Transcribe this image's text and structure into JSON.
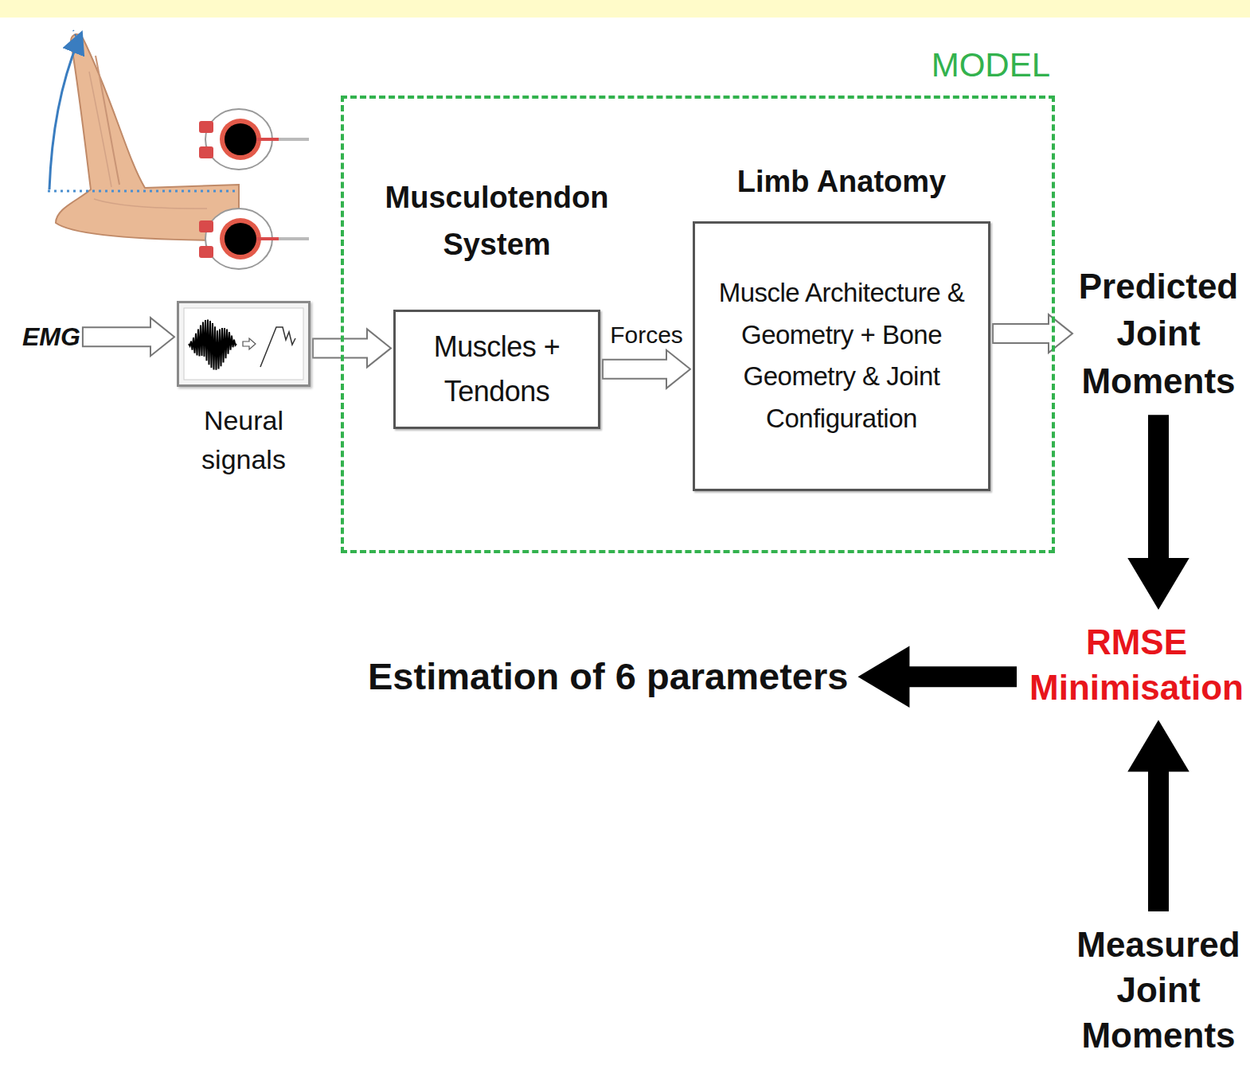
{
  "diagram": {
    "nodes": [
      {
        "text": [
          "MODEL"
        ]
      },
      {
        "text": [
          "EMG"
        ]
      },
      {
        "text": [
          "Neural signals"
        ]
      },
      {
        "text": [
          "Musculotendon System",
          "Muscles + Tendons"
        ],
        "in": 0
      },
      {
        "text": [
          "Limb Anatomy",
          "Muscle Architecture & Geometry + Bone Geometry & Joint Configuration"
        ],
        "in": 0
      },
      {
        "text": [
          "Predicted Joint Moments"
        ]
      },
      {
        "text": [
          "RMSE Minimisation"
        ]
      },
      {
        "text": [
          "Estimation of 6 parameters"
        ]
      },
      {
        "text": [
          "Measured Joint Moments"
        ]
      }
    ],
    "edges": [
      {
        "from": 1,
        "to": 2,
        "arrow": "to"
      },
      {
        "from": 2,
        "to": 3,
        "arrow": "to"
      },
      {
        "from": 3,
        "to": 4,
        "label": "Forces",
        "arrow": "to"
      },
      {
        "from": 4,
        "to": 5,
        "arrow": "to"
      },
      {
        "from": 5,
        "to": 6,
        "arrow": "to"
      },
      {
        "from": 8,
        "to": 6,
        "arrow": "to"
      },
      {
        "from": 6,
        "to": 7,
        "arrow": "to"
      }
    ]
  }
}
